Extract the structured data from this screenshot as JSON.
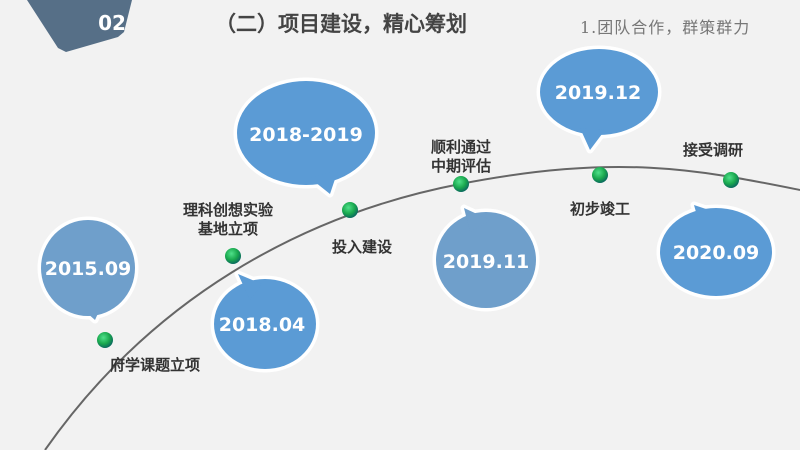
{
  "header": {
    "number": "02",
    "title": "（二）项目建设，精心筹划",
    "subtitle": "1.团队合作，群策群力"
  },
  "colors": {
    "header_bg": "#566f87",
    "bubble": "#5b9bd5",
    "bubble_light": "#6f9fcb",
    "node": "#1aa84e"
  },
  "timeline": [
    {
      "date": "2015.09",
      "label": "府学课题立项"
    },
    {
      "date": "2018.04",
      "label": "理科创想实验",
      "label2": "基地立项"
    },
    {
      "date": "2018-2019",
      "label": "投入建设"
    },
    {
      "date": "2019.11",
      "label": "顺利通过",
      "label2": "中期评估"
    },
    {
      "date": "2019.12",
      "label": "初步竣工"
    },
    {
      "date": "2020.09",
      "label": "接受调研"
    }
  ]
}
